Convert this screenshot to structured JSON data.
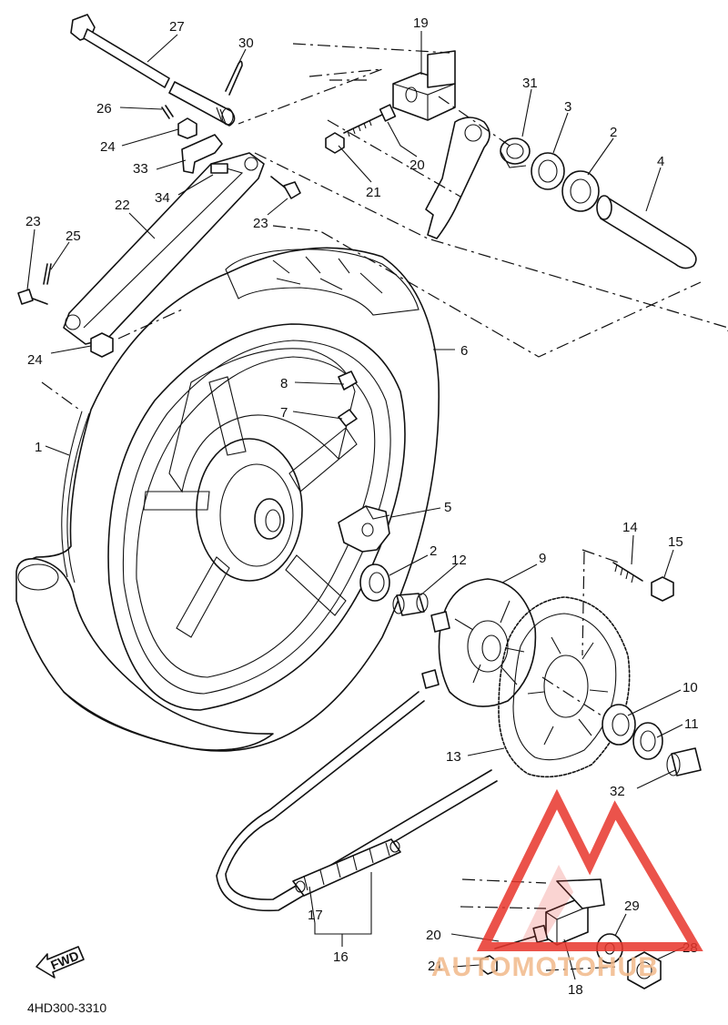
{
  "diagram": {
    "drawing_code": "4HD300-3310",
    "direction_label": "FWD",
    "callouts": [
      "27",
      "30",
      "19",
      "31",
      "3",
      "2",
      "4",
      "26",
      "24",
      "33",
      "34",
      "20",
      "21",
      "22",
      "23",
      "23",
      "25",
      "24",
      "6",
      "8",
      "7",
      "1",
      "5",
      "2",
      "12",
      "9",
      "14",
      "15",
      "10",
      "11",
      "13",
      "32",
      "17",
      "16",
      "29",
      "20",
      "28",
      "21",
      "18"
    ]
  },
  "watermark": {
    "text": "AUTOMOTOHUB",
    "colors": {
      "triangle": "#e8352b",
      "text": "#f2b98a"
    }
  }
}
